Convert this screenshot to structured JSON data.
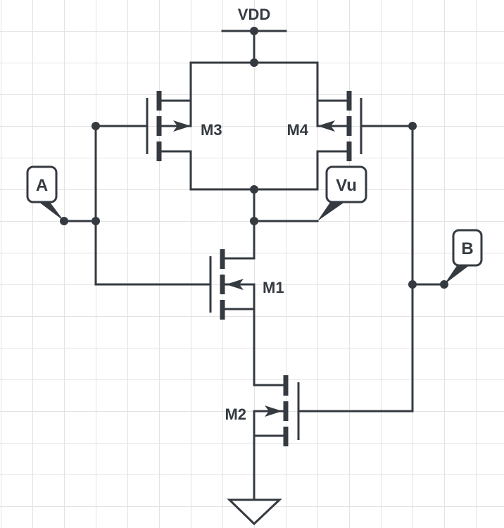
{
  "diagram": {
    "type": "circuit-schematic",
    "colors": {
      "wire": "#343a40",
      "grid": "#e3e3e3",
      "background": "#ffffff"
    },
    "supply": {
      "label": "VDD"
    },
    "ground": {
      "label": ""
    },
    "transistors": [
      {
        "id": "M3",
        "label": "M3",
        "type": "pmos-load",
        "arrow": "out-of-channel"
      },
      {
        "id": "M4",
        "label": "M4",
        "type": "pmos-load",
        "arrow": "out-of-channel"
      },
      {
        "id": "M1",
        "label": "M1",
        "type": "nmos",
        "arrow": "into-channel"
      },
      {
        "id": "M2",
        "label": "M2",
        "type": "nmos",
        "arrow": "into-channel"
      }
    ],
    "terminals": [
      {
        "id": "A",
        "label": "A"
      },
      {
        "id": "B",
        "label": "B"
      },
      {
        "id": "Vu",
        "label": "Vu"
      }
    ],
    "connections": [
      "VDD -> M3 top, M4 top",
      "A -> M1 gate, M3 gate",
      "B -> M2 gate, M4 gate",
      "M3/M4 bottom -> Vu -> M1 drain",
      "M1 source -> M2 drain",
      "M2 source -> GND"
    ]
  }
}
